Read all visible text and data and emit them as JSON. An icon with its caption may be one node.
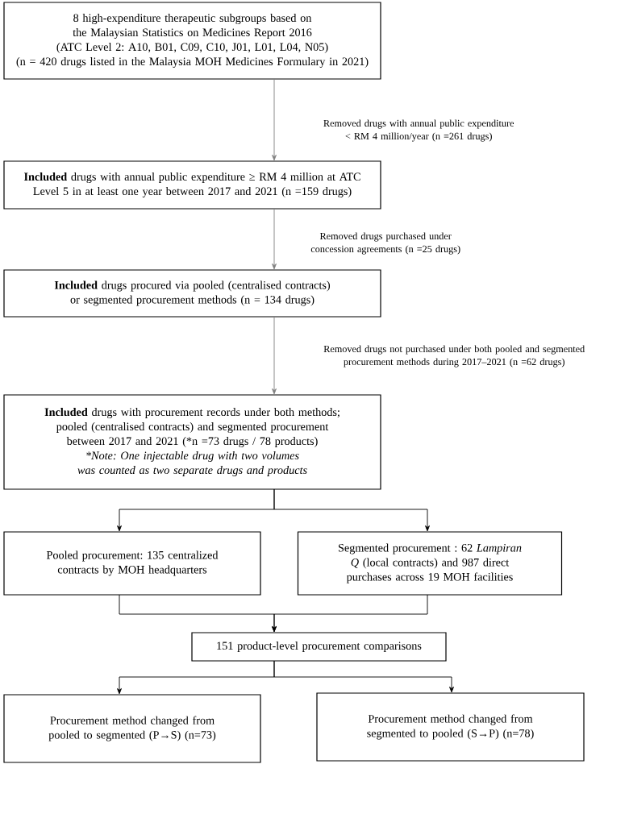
{
  "diagram": {
    "nodes": [
      {
        "text": [
          "8 high-expenditure therapeutic subgroups based on the Malaysian Statistics on Medicines Report 2016",
          "(ATC Level 2: A10, B01, C09, C10, J01, L01, L04, N05)",
          "(n = 420 drugs listed in the Malaysia MOH Medicines Formulary in 2021)"
        ]
      },
      {
        "text": [
          "**Included** drugs with annual public expenditure ≥ RM 4 million at ATC Level 5 in at least one year between 2017 and 2021 (n =159 drugs)"
        ]
      },
      {
        "text": [
          "**Included** drugs procured via pooled (centralised contracts) or segmented procurement methods (n = 134 drugs)"
        ]
      },
      {
        "text": [
          "**Included** drugs with procurement records under both methods; pooled (centralised contracts) and segmented procurement between 2017 and 2021 (*n =73 drugs / 78 products)",
          "*Note: One injectable drug with two volumes was counted as two separate drugs and products"
        ]
      },
      {
        "text": [
          "Pooled procurement: 135 centralized contracts by MOH headquarters"
        ]
      },
      {
        "text": [
          "Segmented procurement : 62 *Lampiran Q* (local contracts) and 987 direct purchases across 19 MOH facilities"
        ]
      },
      {
        "text": [
          "151 product-level procurement comparisons"
        ]
      },
      {
        "text": [
          "Procurement method changed from pooled to segmented (P→S) (n=73)"
        ]
      },
      {
        "text": [
          "Procurement method changed from segmented to pooled (S→P) (n=78)"
        ]
      }
    ],
    "edges": [
      {
        "from": 0,
        "to": 1,
        "arrow": "to",
        "color": "#808080",
        "label": "Removed drugs with annual public expenditure < RM 4 million/year (n =261 drugs)"
      },
      {
        "from": 1,
        "to": 2,
        "arrow": "to",
        "color": "#808080",
        "label": "Removed drugs purchased under concession agreements (n =25 drugs)"
      },
      {
        "from": 2,
        "to": 3,
        "arrow": "to",
        "color": "#808080",
        "label": "Removed drugs not purchased under both pooled and segmented procurement methods during 2017–2021 (n =62 drugs)"
      },
      {
        "from": 3,
        "to": 4,
        "arrow": "to"
      },
      {
        "from": 3,
        "to": 5,
        "arrow": "to"
      },
      {
        "from": 4,
        "to": 6,
        "arrow": "to"
      },
      {
        "from": 5,
        "to": 6,
        "arrow": "to"
      },
      {
        "from": 6,
        "to": 7,
        "arrow": "to"
      },
      {
        "from": 6,
        "to": 8,
        "arrow": "to"
      }
    ]
  }
}
